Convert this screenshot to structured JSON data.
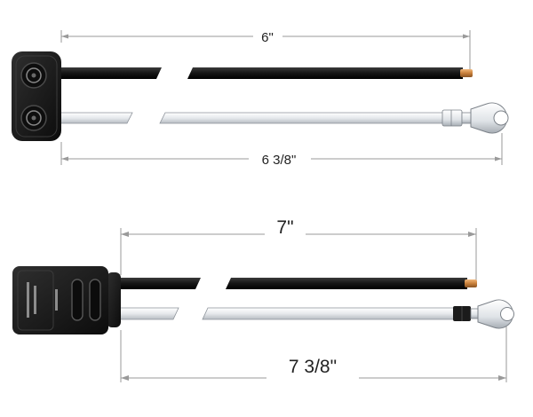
{
  "diagram_1": {
    "dimension_top": "6\"",
    "dimension_bottom": "6 3/8\""
  },
  "diagram_2": {
    "dimension_top": "7\"",
    "dimension_bottom": "7 3/8\""
  },
  "colors": {
    "wire_black": "#1c1c1c",
    "wire_white": "#e9ecef",
    "connector_body": "#1a1a1a",
    "copper_tip": "#c87f3a",
    "dimension_line": "#9a9a9a"
  }
}
